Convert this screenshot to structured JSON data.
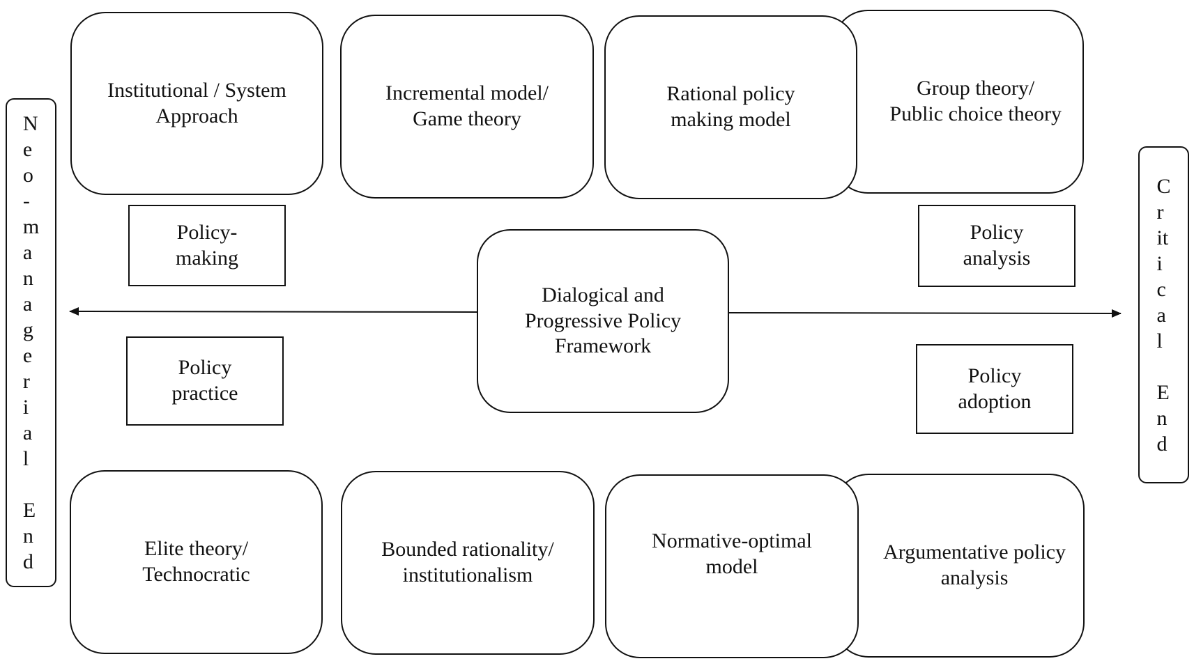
{
  "left_end": {
    "letters": [
      "N",
      "e",
      "o",
      "-",
      "m",
      "a",
      "n",
      "a",
      "g",
      "e",
      "r",
      "i",
      "a",
      "l",
      " ",
      "E",
      "n",
      "d"
    ]
  },
  "right_end": {
    "letters": [
      "C",
      "r",
      "it",
      "i",
      "c",
      "a",
      "l",
      " ",
      "E",
      "n",
      "d"
    ]
  },
  "top_models": {
    "institutional": "Institutional / System\nApproach",
    "incremental": "Incremental model/\nGame theory",
    "rational": "Rational policy\nmaking model",
    "group": "Group theory/\nPublic choice theory"
  },
  "bottom_models": {
    "elite": "Elite theory/\nTechnocratic",
    "bounded": "Bounded rationality/\ninstitutionalism",
    "normative": "Normative-optimal\nmodel",
    "argumentative": "Argumentative policy\nanalysis"
  },
  "stages": {
    "policy_making": "Policy-\nmaking",
    "policy_practice": "Policy\npractice",
    "policy_analysis": "Policy\nanalysis",
    "policy_adoption": "Policy\nadoption"
  },
  "center": {
    "label": "Dialogical and\nProgressive Policy\nFramework"
  }
}
